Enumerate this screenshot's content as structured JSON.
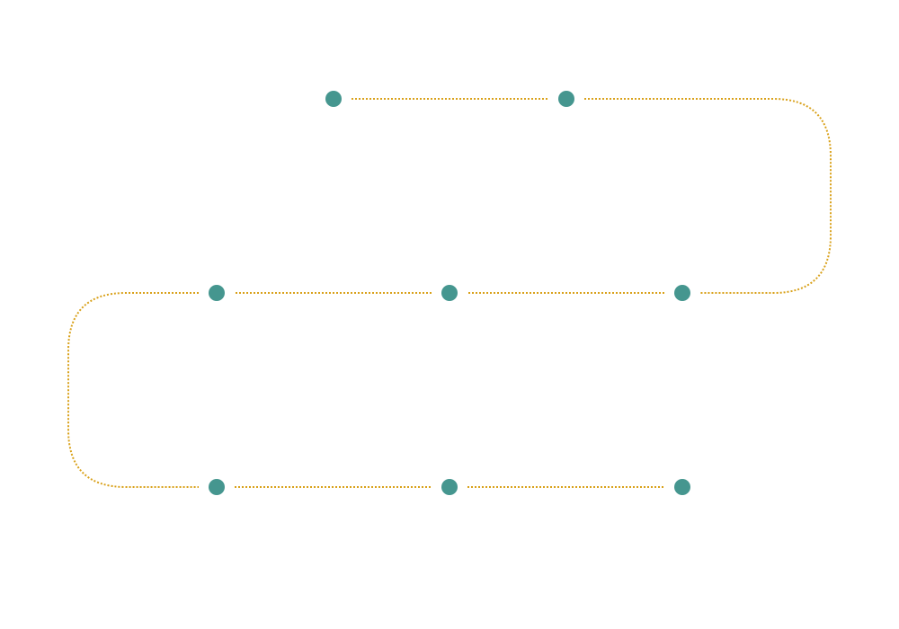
{
  "diagram": {
    "type": "serpentine-timeline",
    "node_count": 8,
    "rows": [
      {
        "node_count": 2,
        "direction": "left-to-right"
      },
      {
        "node_count": 3,
        "direction": "right-to-left"
      },
      {
        "node_count": 3,
        "direction": "left-to-right"
      }
    ],
    "labels": []
  },
  "colors": {
    "background": "#ffffff",
    "node": "#45968f",
    "path": "#d9a11a"
  },
  "path_style": "dotted"
}
